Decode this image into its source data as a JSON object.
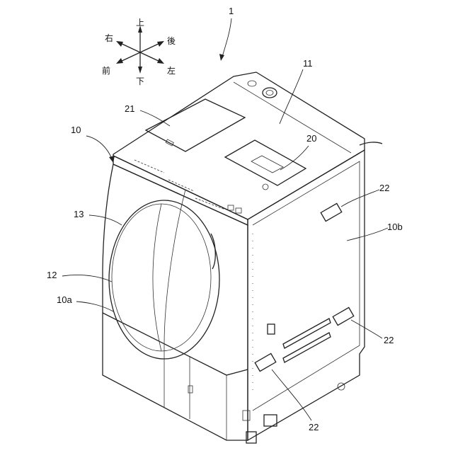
{
  "figure": {
    "main_number": "1",
    "compass": {
      "up": "上",
      "down": "下",
      "right": "右",
      "left": "左",
      "front": "前",
      "back": "後"
    },
    "labels": {
      "cabinet": "10",
      "cabinet_front": "10a",
      "cabinet_side": "10b",
      "top_cover": "11",
      "door_ring": "12",
      "door_window": "13",
      "control_panel": "20",
      "lid": "21",
      "handle_top": "22",
      "handle_right": "22",
      "handle_bottom": "22"
    }
  }
}
